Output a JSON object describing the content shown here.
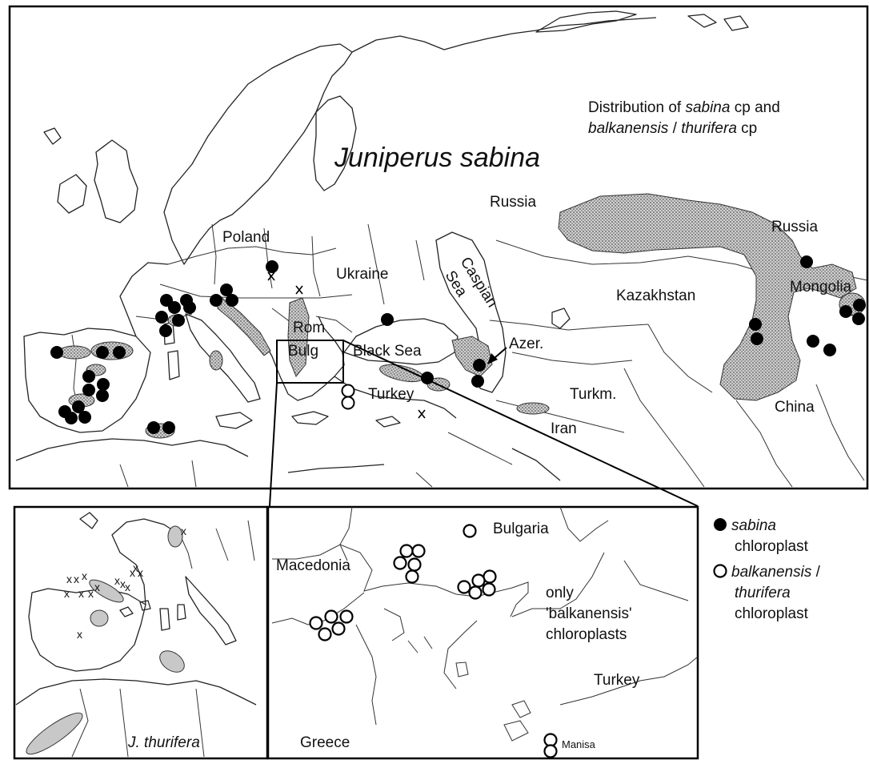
{
  "main_map": {
    "title": "Juniperus sabina",
    "caption_line1": [
      "Distribution of ",
      "sabina",
      " cp and"
    ],
    "caption_line2": [
      "balkanensis",
      " / ",
      "thurifera",
      " cp"
    ],
    "regions": {
      "russia_west": "Russia",
      "russia_east": "Russia",
      "poland": "Poland",
      "ukraine": "Ukraine",
      "caspian1": "Caspian",
      "caspian2": "Sea",
      "kazakhstan": "Kazakhstan",
      "mongolia": "Mongolia",
      "rom": "Rom",
      "bulg": "Bulg",
      "black_sea": "Black Sea",
      "azer": "Azer.",
      "turkey": "Turkey",
      "turkm": "Turkm.",
      "iran": "Iran",
      "china": "China"
    }
  },
  "inset_west": {
    "title": "J. thurifera"
  },
  "inset_balkan": {
    "regions": {
      "bulgaria": "Bulgaria",
      "macedonia": "Macedonia",
      "only1": "only",
      "only2": "'balkanensis'",
      "only3": "chloroplasts",
      "turkey": "Turkey",
      "greece": "Greece",
      "manisa": "Manisa"
    }
  },
  "legend": {
    "sabina_line1": "sabina",
    "sabina_line2": "chloroplast",
    "balk_line1": [
      "balkanensis",
      " /"
    ],
    "balk_line2": "thurifera",
    "balk_line3": "chloroplast"
  },
  "colors": {
    "sabina_marker": "#000000",
    "balkanensis_marker": "#ffffff",
    "range_fill": "#bbbbbb"
  }
}
